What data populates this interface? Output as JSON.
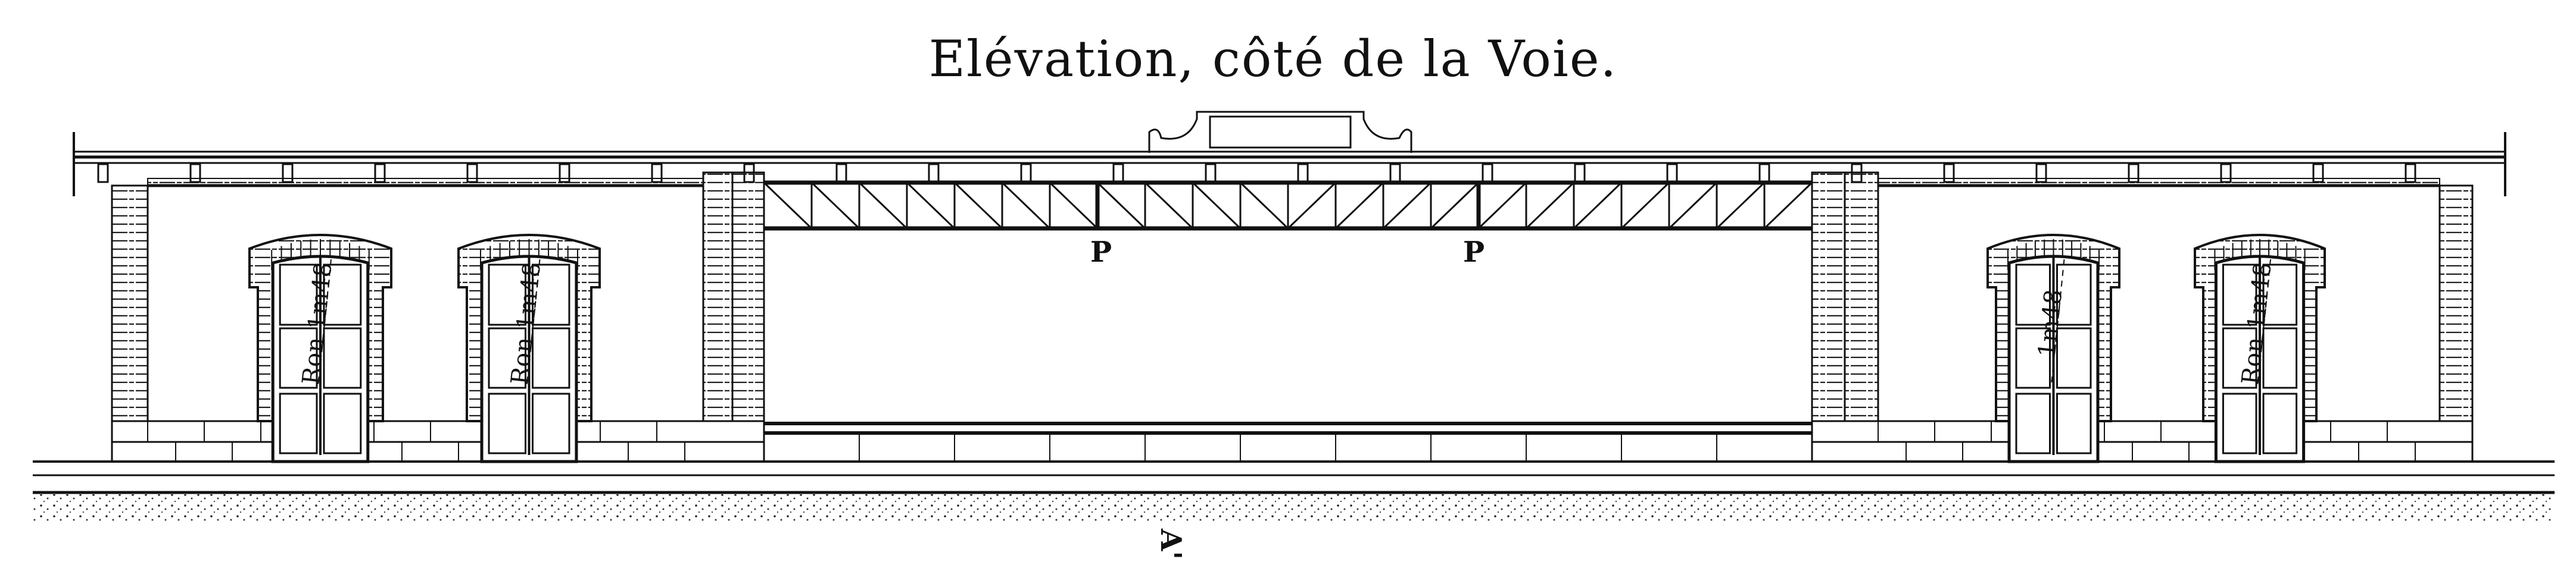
{
  "title": "Elévation, côté de la Voie.",
  "windows": [
    {
      "label": "Ron 1m48"
    },
    {
      "label": "Ron 1m48"
    },
    {
      "label": "1m48"
    },
    {
      "label": "Ron 1m48"
    }
  ],
  "truss_labels": [
    "P",
    "P"
  ],
  "section_mark": "A'",
  "colors": {
    "ink": "#111111",
    "paper": "#ffffff"
  }
}
